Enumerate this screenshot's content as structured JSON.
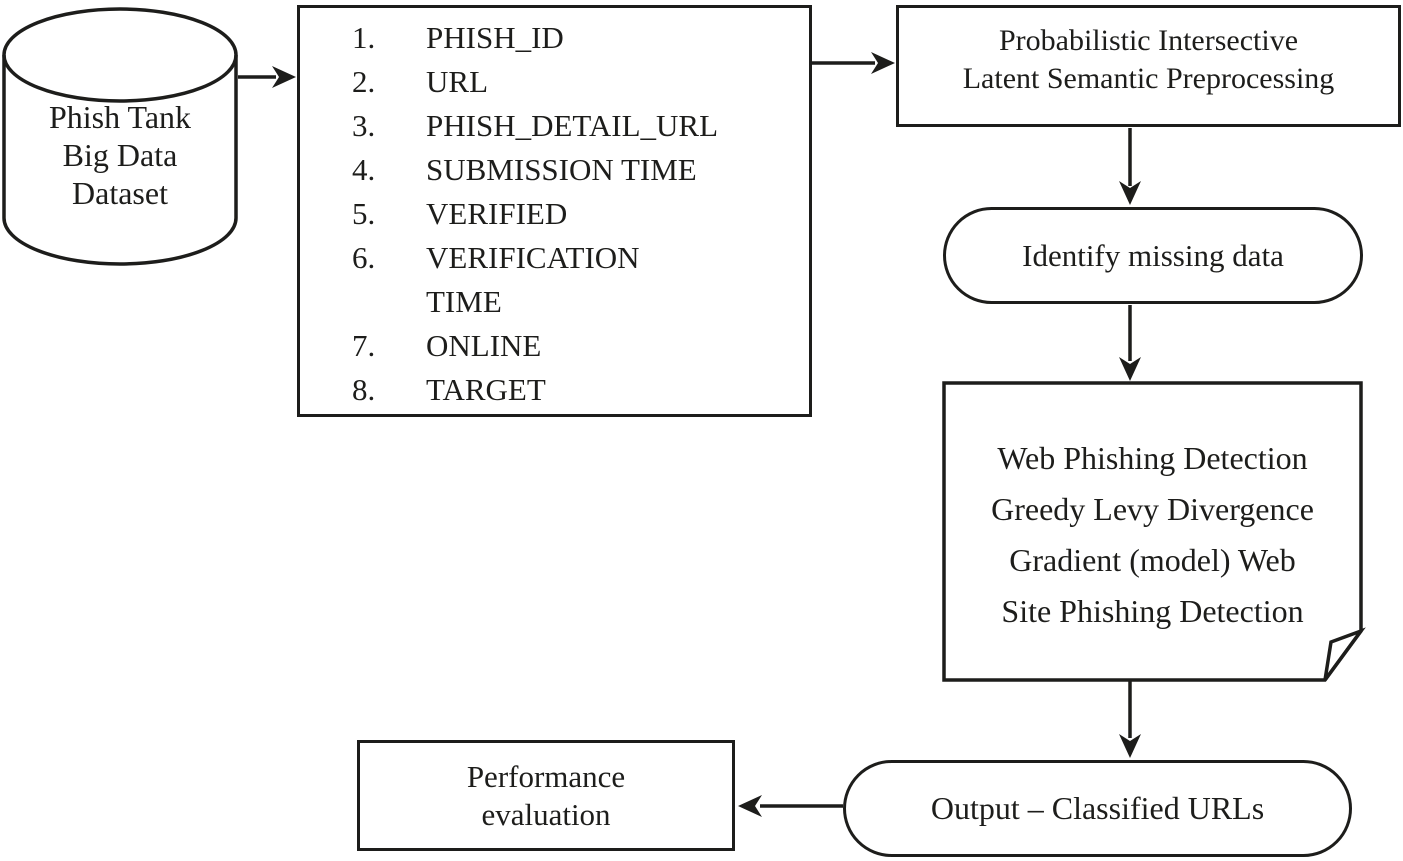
{
  "diagram": {
    "colors": {
      "ink": "#1d1d1b",
      "background": "#ffffff",
      "fold_fill": "#c9c9c9"
    },
    "dataset": {
      "lines": [
        "Phish Tank",
        "Big Data",
        "Dataset"
      ]
    },
    "fields": {
      "items": [
        {
          "num": "1.",
          "label": "PHISH_ID"
        },
        {
          "num": "2.",
          "label": "URL"
        },
        {
          "num": "3.",
          "label": "PHISH_DETAIL_URL"
        },
        {
          "num": "4.",
          "label": "SUBMISSION TIME"
        },
        {
          "num": "5.",
          "label": "VERIFIED"
        },
        {
          "num": "6.",
          "label": "VERIFICATION\nTIME"
        },
        {
          "num": "7.",
          "label": "ONLINE"
        },
        {
          "num": "8.",
          "label": "TARGET"
        }
      ]
    },
    "preprocessing": {
      "lines": [
        "Probabilistic Intersective",
        "Latent Semantic Preprocessing"
      ]
    },
    "identify": {
      "label": "Identify missing data"
    },
    "detection": {
      "lines": [
        "Web Phishing Detection",
        "Greedy Levy Divergence",
        "Gradient (model) Web",
        "Site Phishing Detection"
      ]
    },
    "output": {
      "label": "Output – Classified URLs"
    },
    "performance": {
      "lines": [
        "Performance",
        "evaluation"
      ]
    }
  }
}
